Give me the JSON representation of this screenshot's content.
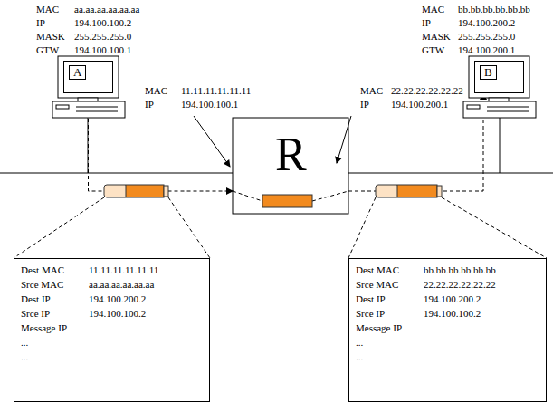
{
  "diagram": {
    "nodes": [
      {
        "text": [
          "A"
        ]
      },
      {
        "text": [
          "R"
        ]
      },
      {
        "text": [
          "B"
        ]
      },
      {
        "text": [
          "Dest MAC",
          "11.11.11.11.11.11",
          "Srce MAC",
          "aa.aa.aa.aa.aa.aa",
          "Dest IP",
          "194.100.200.2",
          "Srce IP",
          "194.100.100.2",
          "Message IP",
          "...",
          "..."
        ]
      },
      {
        "text": [
          "Dest MAC",
          "bb.bb.bb.bb.bb.bb",
          "Srce MAC",
          "22.22.22.22.22.22",
          "Dest IP",
          "194.100.200.2",
          "Srce IP",
          "194.100.100.2",
          "Message IP",
          "...",
          "..."
        ]
      }
    ],
    "edges": [
      {
        "from": 0,
        "to": 1,
        "arrow": "to"
      },
      {
        "from": 1,
        "to": 2,
        "arrow": "to"
      }
    ],
    "labels": [
      "MAC",
      "aa.aa.aa.aa.aa.aa",
      "IP",
      "194.100.100.2",
      "MASK",
      "255.255.255.0",
      "GTW",
      "194.100.100.1",
      "MAC",
      "11.11.11.11.11.11",
      "IP",
      "194.100.100.1",
      "MAC",
      "22.22.22.22.22.22",
      "IP",
      "194.100.200.1",
      "MAC",
      "bb.bb.bb.bb.bb.bb",
      "IP",
      "194.100.200.2",
      "MASK",
      "255.255.255.0",
      "GTW",
      "194.100.200.1"
    ]
  }
}
